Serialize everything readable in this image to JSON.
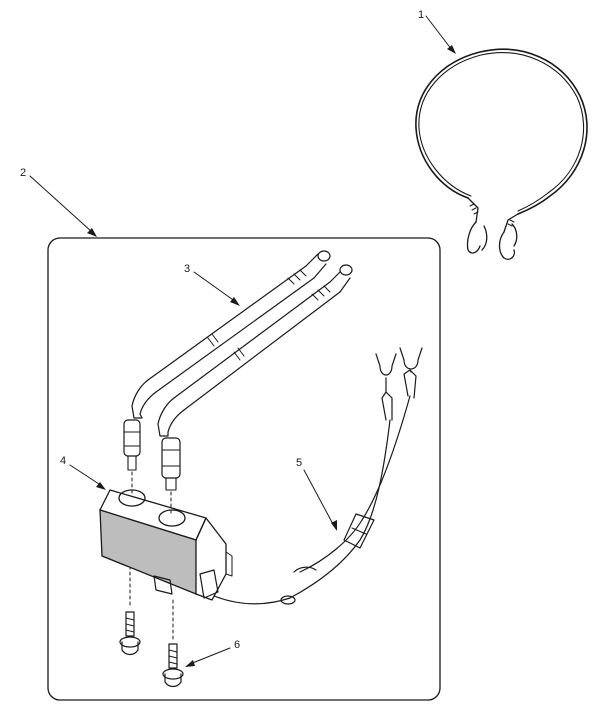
{
  "callouts": {
    "ring": "1",
    "kit": "2",
    "rods": "3",
    "block": "4",
    "harness": "5",
    "screw": "6"
  },
  "colors": {
    "ink": "#1a1a1a",
    "shade": "#bdbdbd",
    "background": "#ffffff"
  }
}
